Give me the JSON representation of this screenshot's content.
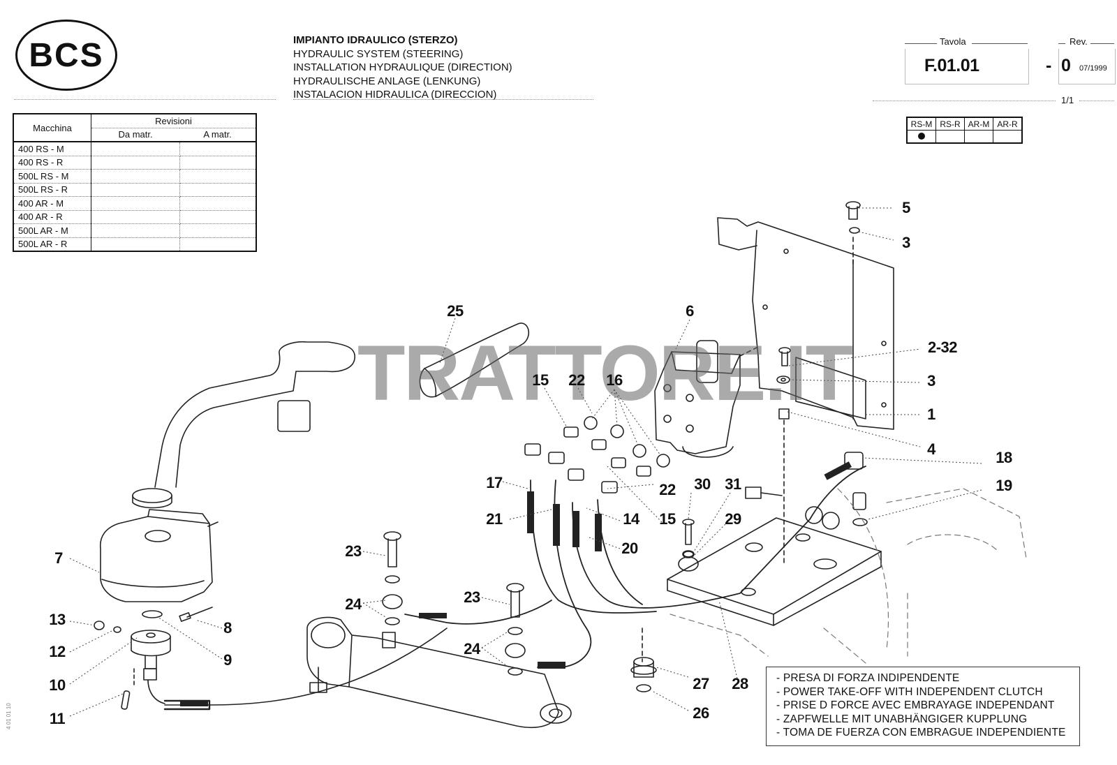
{
  "logo": {
    "text": "BCS"
  },
  "title": {
    "lines": [
      "IMPIANTO IDRAULICO (STERZO)",
      "HYDRAULIC SYSTEM (STEERING)",
      "INSTALLATION HYDRAULIQUE (DIRECTION)",
      "HYDRAULISCHE ANLAGE (LENKUNG)",
      "INSTALACION HIDRAULICA (DIRECCION)"
    ]
  },
  "revisions_table": {
    "col_machine": "Macchina",
    "col_revisions": "Revisioni",
    "col_from": "Da matr.",
    "col_to": "A matr.",
    "machines": [
      "400 RS - M",
      "400 RS - R",
      "500L RS - M",
      "500L RS - R",
      "400 AR - M",
      "400 AR - R",
      "500L AR - M",
      "500L AR - R"
    ]
  },
  "sheet": {
    "tavola_label": "Tavola",
    "tavola_number": "F.01.01",
    "rev_label": "Rev.",
    "rev_dash": "-",
    "rev_number": "0",
    "rev_date": "07/1999",
    "page": "1/1"
  },
  "variants": {
    "headers": [
      "RS-M",
      "RS-R",
      "AR-M",
      "AR-R"
    ],
    "selected_index": 0
  },
  "watermark": "TRATTORE.IT",
  "callouts": [
    "5",
    "3",
    "6",
    "25",
    "2-32",
    "3",
    "1",
    "15",
    "22",
    "16",
    "4",
    "18",
    "19",
    "17",
    "30",
    "31",
    "22",
    "21",
    "14",
    "15",
    "29",
    "20",
    "7",
    "23",
    "24",
    "23",
    "8",
    "13",
    "9",
    "12",
    "24",
    "10",
    "27",
    "28",
    "11",
    "26"
  ],
  "note": {
    "lines": [
      "- PRESA DI FORZA INDIPENDENTE",
      "- POWER TAKE-OFF WITH INDEPENDENT CLUTCH",
      "- PRISE D FORCE AVEC EMBRAYAGE INDEPENDANT",
      "- ZAPFWELLE MIT UNABHÄNGIGER KUPPLUNG",
      "- TOMA DE FUERZA CON EMBRAGUE INDEPENDIENTE"
    ]
  },
  "side_code": "4 01 01 10",
  "colors": {
    "ink": "#111111",
    "watermark": "#646464",
    "paper": "#ffffff"
  }
}
